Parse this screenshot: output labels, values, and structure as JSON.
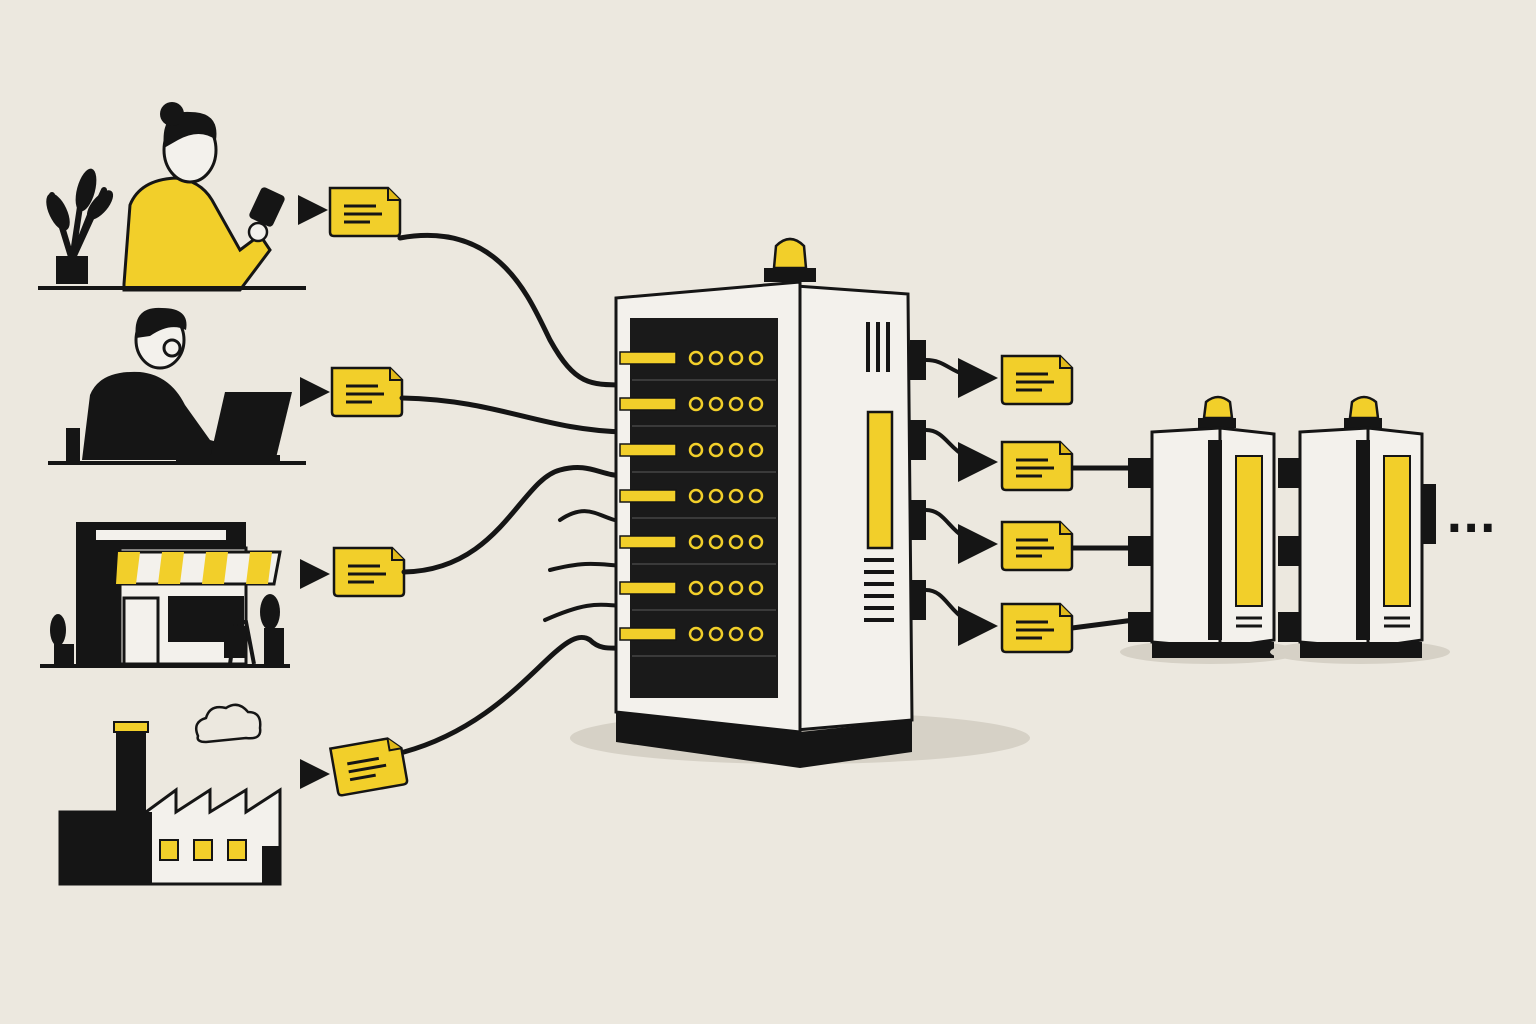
{
  "colors": {
    "background": "#ece8df",
    "accent_yellow": "#f2cf2a",
    "ink": "#151515",
    "panel_white": "#f3f1ec",
    "dark_panel": "#1a1a1a"
  },
  "sources": [
    {
      "id": "person-phone",
      "icon": "woman-with-phone-icon"
    },
    {
      "id": "person-laptop",
      "icon": "man-with-laptop-icon"
    },
    {
      "id": "shop",
      "icon": "storefront-icon"
    },
    {
      "id": "factory",
      "icon": "factory-icon"
    }
  ],
  "hub": {
    "icon": "server-rack-icon",
    "port_rows": 7,
    "ports_per_row": 4
  },
  "workers": [
    {
      "id": "worker-1",
      "icon": "worker-server-icon"
    },
    {
      "id": "worker-2",
      "icon": "worker-server-icon"
    }
  ],
  "continuation": "..."
}
